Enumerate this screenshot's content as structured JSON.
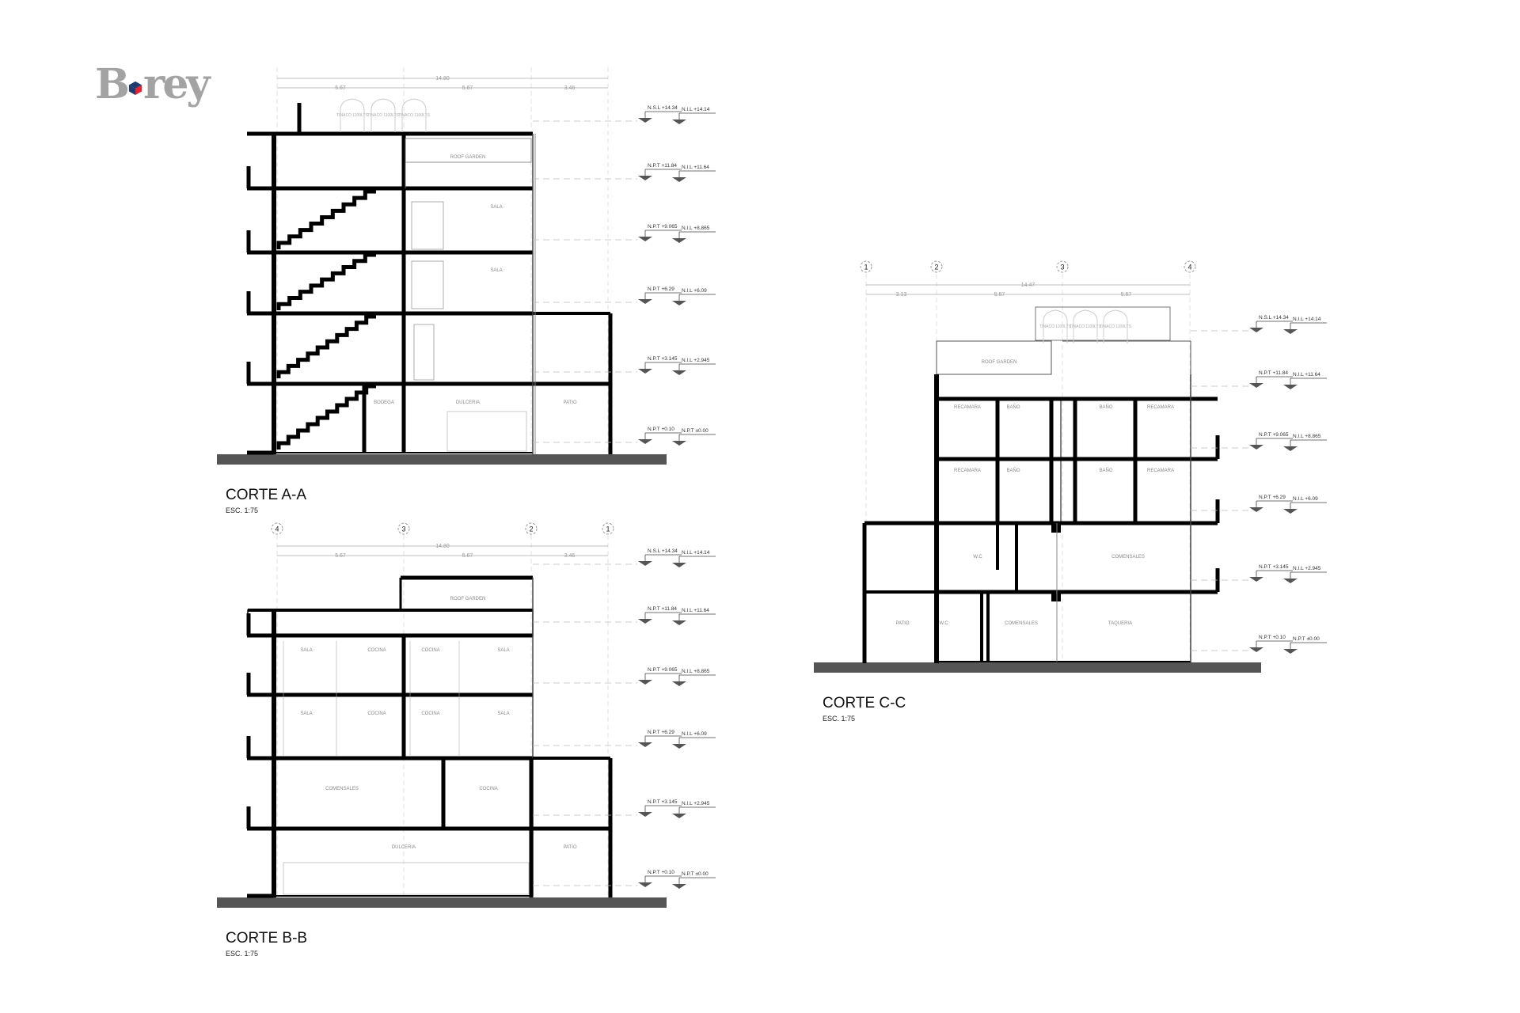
{
  "logo": {
    "text": "Barey",
    "colors": {
      "gray": "#a3a3a3",
      "red": "#e8202f",
      "navy": "#1f3a6e"
    }
  },
  "levels": {
    "left": [
      "N.S.L +14.34",
      "N.P.T +11.84",
      "N.P.T +9.065",
      "N.P.T +6.29",
      "N.P.T +3.145",
      "N.P.T +0.10"
    ],
    "right": [
      "N.I.L +14.14",
      "N.I.L +11.64",
      "N.I.L +8.865",
      "N.I.L +6.09",
      "N.I.L +2.945",
      "N.P.T ±0.00"
    ]
  },
  "sections": {
    "aa": {
      "title": "CORTE A-A",
      "scale": "ESC. 1:75",
      "dim_total": "14.80",
      "dims": [
        "5.67",
        "5.67",
        "3.46"
      ],
      "tanks": [
        "TINACO 1100LTS",
        "TINACO 1100LTS",
        "TINACO 1100LTS"
      ],
      "rooms": [
        "ROOF GARDEN",
        "SALA",
        "SALA",
        "BODEGA",
        "DULCERIA",
        "PATIO"
      ]
    },
    "bb": {
      "title": "CORTE B-B",
      "scale": "ESC. 1:75",
      "grid": [
        "4",
        "3",
        "2",
        "1"
      ],
      "dim_total": "14.80",
      "dims": [
        "5.67",
        "5.67",
        "3.46"
      ],
      "rooms": [
        "ROOF GARDEN",
        "SALA",
        "COCINA",
        "COCINA",
        "SALA",
        "SALA",
        "COCINA",
        "COCINA",
        "SALA",
        "COMENSALES",
        "COCINA",
        "DULCERIA",
        "PATIO"
      ]
    },
    "cc": {
      "title": "CORTE C-C",
      "scale": "ESC. 1:75",
      "grid": [
        "1",
        "2",
        "3",
        "4"
      ],
      "dim_total": "14.47",
      "dims": [
        "3.13",
        "5.67",
        "5.67"
      ],
      "tanks": [
        "TINACO 1100LTS",
        "TINACO 1100LTS",
        "TINACO 1100LTS"
      ],
      "rooms": [
        "ROOF GARDEN",
        "RECAMARA",
        "BAÑO",
        "BAÑO",
        "RECAMARA",
        "RECAMARA",
        "BAÑO",
        "BAÑO",
        "RECAMARA",
        "W.C",
        "COMENSALES",
        "PATIO",
        "W.C",
        "COMENSALES",
        "TAQUERIA"
      ]
    }
  }
}
